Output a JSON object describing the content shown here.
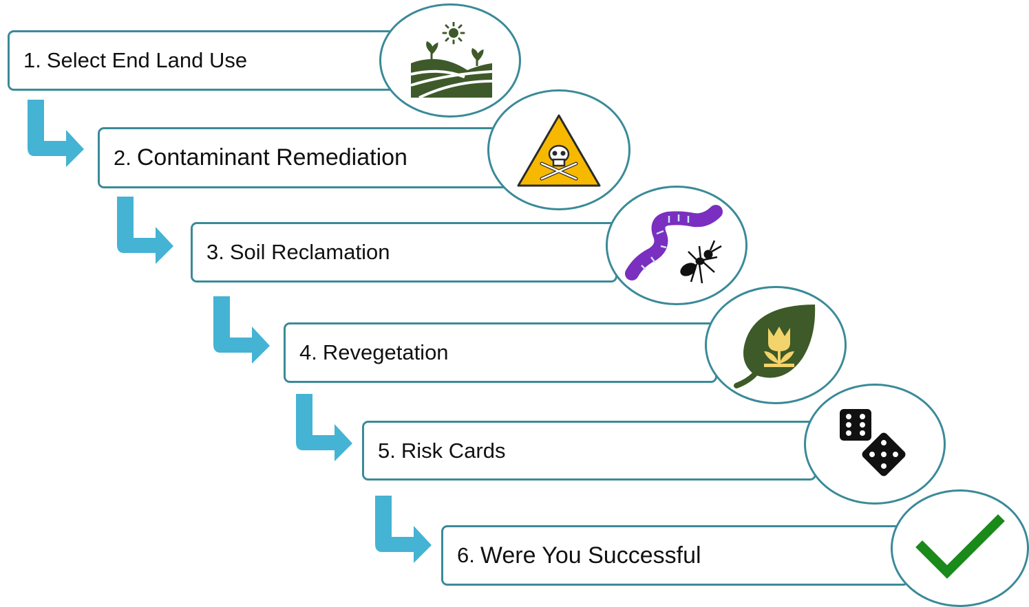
{
  "steps": [
    {
      "number": "1.",
      "label": "Select End Land Use",
      "icon": "farm-landscape-icon"
    },
    {
      "number": "2.",
      "label": "Contaminant Remediation",
      "icon": "toxic-warning-icon"
    },
    {
      "number": "3.",
      "label": "Soil Reclamation",
      "icon": "worm-and-ant-icon"
    },
    {
      "number": "4.",
      "label": "Revegetation",
      "icon": "leaf-tulip-icon"
    },
    {
      "number": "5.",
      "label": "Risk Cards",
      "icon": "dice-icon"
    },
    {
      "number": "6.",
      "label": "Were You Successful",
      "icon": "checkmark-icon"
    }
  ],
  "colors": {
    "border": "#3a8a98",
    "arrow": "#45b3d3",
    "farm_green": "#3f5a2a",
    "warning_yellow": "#f6b900",
    "worm_purple": "#7a2fc0",
    "leaf_green": "#3d5a28",
    "tulip_yellow": "#f3d36b",
    "check_green": "#1a8a1a"
  }
}
